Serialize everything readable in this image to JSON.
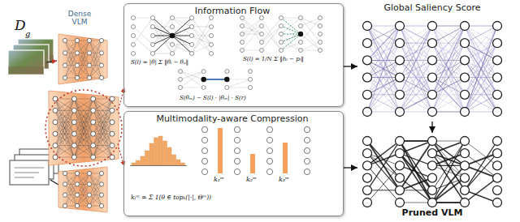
{
  "diagram": {
    "nodes": [
      {
        "text": [
          "Information Flow",
          "S(l) = |θ| Σ ‖θᵢ − θₒ‖",
          "S(l) = 1/N Σ ‖hₗ − pₗ‖",
          "S(θₘ) − S(l) · |θₘ| · S(r)"
        ]
      },
      {
        "text": [
          "Multimodality-aware Compression",
          "k₁ᵐ",
          "k₂ᵐ",
          "k₃ᵐ",
          "kₗᵐ = Σ 1(θ ∈ topₖ(|·|, Θᵐ))"
        ]
      },
      {
        "text": [
          "Global Saliency Score"
        ]
      },
      {
        "text": [
          "Pruned VLM"
        ]
      }
    ],
    "edges": [
      {
        "from": 0,
        "to": 2,
        "arrow": "to"
      },
      {
        "from": 1,
        "to": 3,
        "arrow": "to"
      },
      {
        "from": 2,
        "to": 3,
        "arrow": "to"
      }
    ],
    "labels": [
      "D",
      "g",
      "Dense VLM"
    ]
  }
}
